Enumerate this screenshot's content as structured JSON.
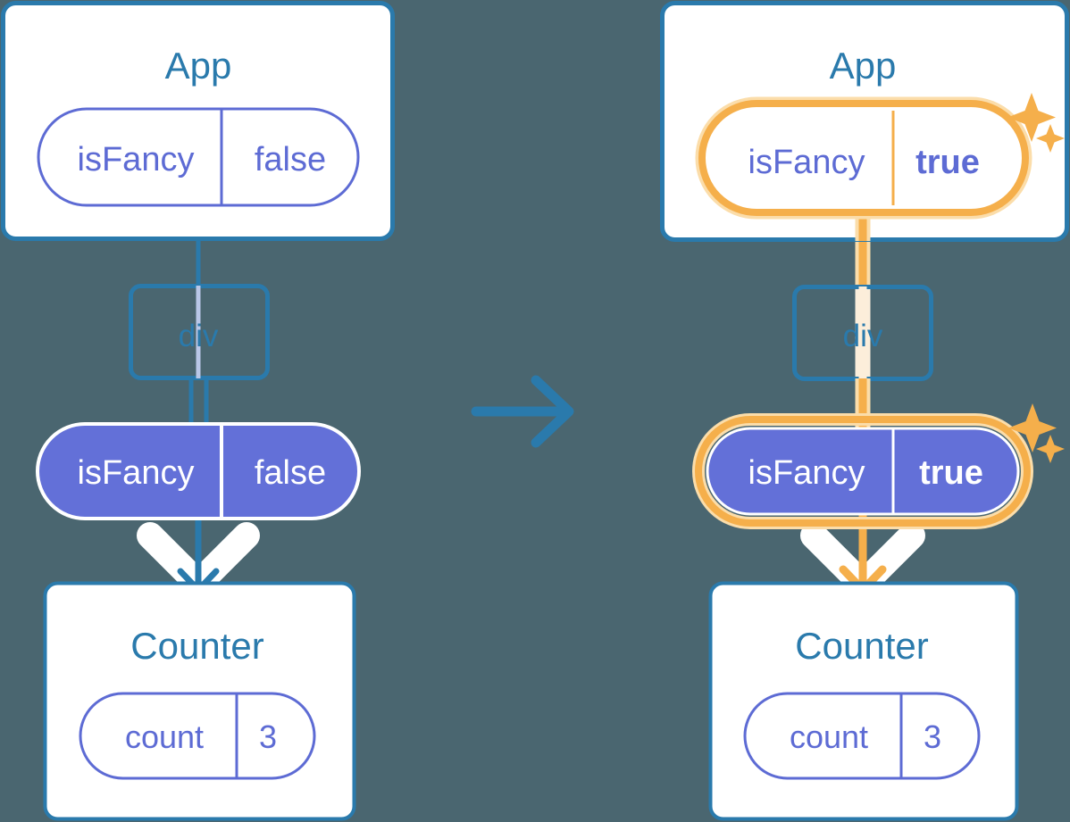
{
  "diagram": {
    "title_hidden": "",
    "background_color": "#4a6670",
    "colors": {
      "blue": "#2a7aac",
      "purple": "#5d6bd4",
      "purple_fill": "#6370d8",
      "orange": "#f5af4b",
      "orange_halo": "#fbddaa",
      "white": "#ffffff"
    },
    "transition_arrow": {
      "name": "right-arrow",
      "direction": "right"
    },
    "panels": [
      {
        "id": "before",
        "state": "normal",
        "root": {
          "label": "App",
          "pill": {
            "key": "isFancy",
            "value": "false",
            "highlighted": false,
            "filled": false
          }
        },
        "middle": {
          "label": "div"
        },
        "prop_pill": {
          "key": "isFancy",
          "value": "false",
          "highlighted": false,
          "filled": true
        },
        "child": {
          "label": "Counter",
          "pill": {
            "key": "count",
            "value": "3",
            "highlighted": false,
            "filled": false
          }
        },
        "sparkles": false
      },
      {
        "id": "after",
        "state": "updated",
        "root": {
          "label": "App",
          "pill": {
            "key": "isFancy",
            "value": "true",
            "highlighted": true,
            "filled": false
          }
        },
        "middle": {
          "label": "div"
        },
        "prop_pill": {
          "key": "isFancy",
          "value": "true",
          "highlighted": true,
          "filled": true
        },
        "child": {
          "label": "Counter",
          "pill": {
            "key": "count",
            "value": "3",
            "highlighted": false,
            "filled": false
          }
        },
        "sparkles": true
      }
    ]
  }
}
